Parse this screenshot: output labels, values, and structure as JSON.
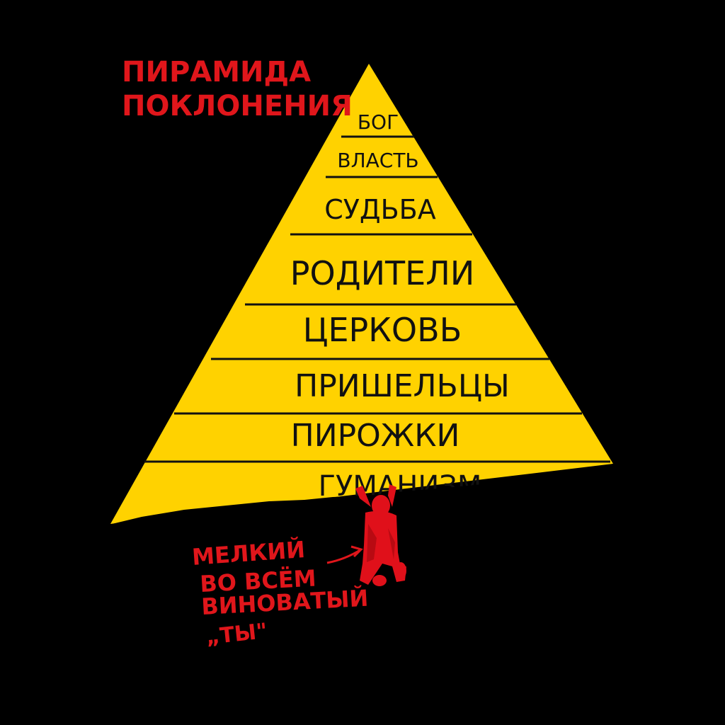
{
  "title_lines": [
    "ПИРАМИДА",
    "ПОКЛОНЕНИЯ"
  ],
  "tiers": [
    "БОГ",
    "ВЛАСТЬ",
    "СУДЬБА",
    "РОДИТЕЛИ",
    "ЦЕРКОВЬ",
    "ПРИШЕЛЬЦЫ",
    "ПИРОЖКИ",
    "ГУМАНИЗМ"
  ],
  "caption_lines": [
    "МЕЛКИЙ",
    "ВО ВСЁМ",
    "ВИНОВАТЫЙ",
    "„ТЫ\""
  ],
  "colors": {
    "background": "#000000",
    "pyramid": "#ffd200",
    "lines": "#111111",
    "accent_red": "#e0161b"
  },
  "icons": [
    "person-figure-icon",
    "arrow-icon"
  ]
}
